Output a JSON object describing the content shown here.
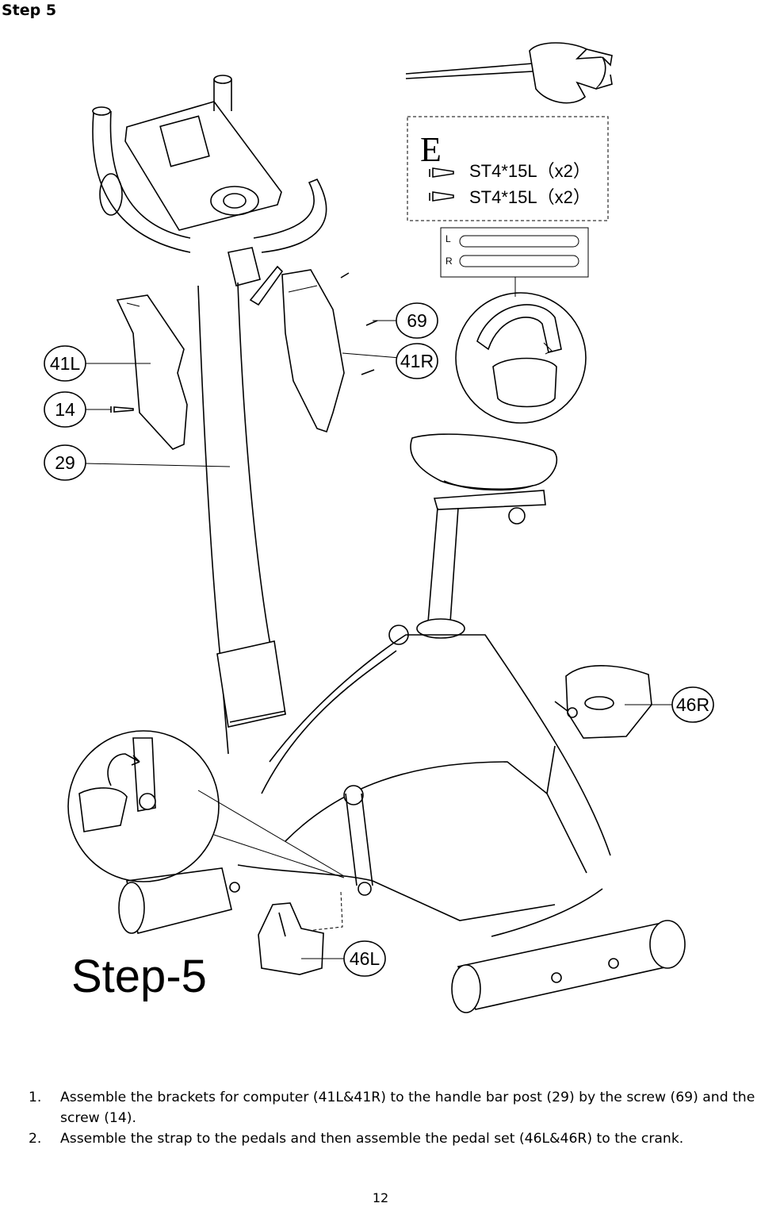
{
  "page": {
    "heading": "Step 5",
    "page_number": "12"
  },
  "diagram": {
    "step_label": "Step-5",
    "hardware_box": {
      "letter": "E",
      "screws": [
        "ST4*15L（x2）",
        "ST4*15L（x2）"
      ]
    },
    "strap_box": {
      "left_label": "L",
      "right_label": "R"
    },
    "callouts": {
      "p69": "69",
      "p41L": "41L",
      "p41R": "41R",
      "p14": "14",
      "p29": "29",
      "p46R": "46R",
      "p46L": "46L"
    }
  },
  "instructions": [
    {
      "number": "1.",
      "text": "Assemble the brackets for computer (41L&41R) to the handle bar post (29) by the screw (69) and the screw (14)."
    },
    {
      "number": "2.",
      "text": "Assemble the strap to the pedals and then assemble the pedal set (46L&46R) to the crank."
    }
  ]
}
